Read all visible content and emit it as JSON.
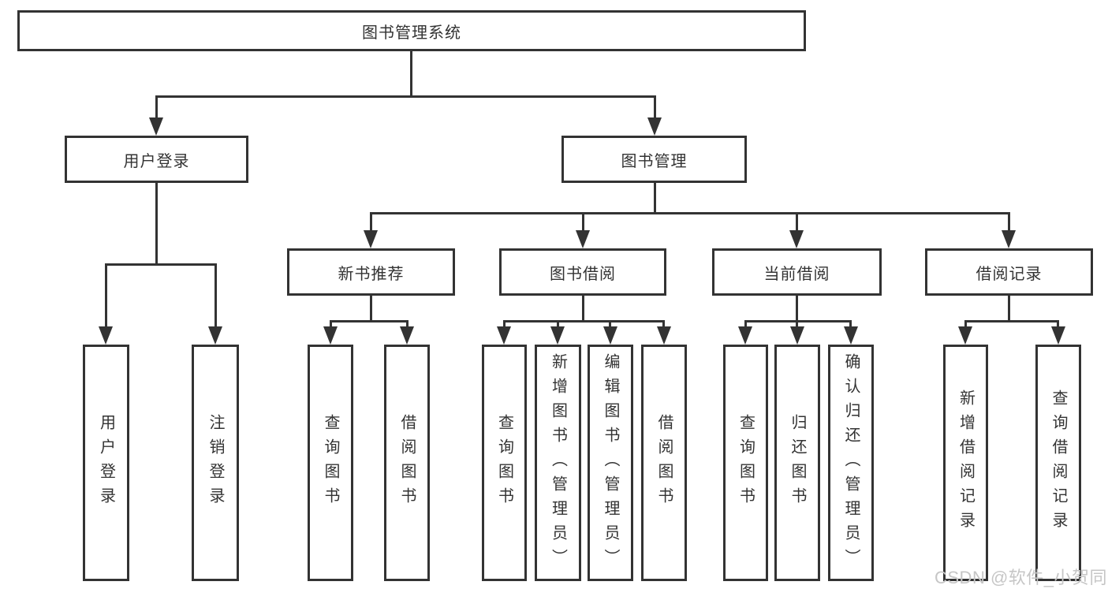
{
  "diagram_title": "图书管理系统",
  "watermark": "CSDN @软件_小贺同学",
  "colors": {
    "line": "#333333",
    "text": "#333333",
    "background": "#ffffff",
    "watermark": "#c6c6c6"
  },
  "tree": {
    "root": {
      "label": "图书管理系统"
    },
    "branches": [
      {
        "label": "用户登录",
        "children": [
          {
            "label": "用户登录"
          },
          {
            "label": "注销登录"
          }
        ]
      },
      {
        "label": "图书管理",
        "children": [
          {
            "label": "新书推荐",
            "children": [
              {
                "label": "查询图书"
              },
              {
                "label": "借阅图书"
              }
            ]
          },
          {
            "label": "图书借阅",
            "children": [
              {
                "label": "查询图书"
              },
              {
                "label": "新增图书（管理员）"
              },
              {
                "label": "编辑图书（管理员）"
              },
              {
                "label": "借阅图书"
              }
            ]
          },
          {
            "label": "当前借阅",
            "children": [
              {
                "label": "查询图书"
              },
              {
                "label": "归还图书"
              },
              {
                "label": "确认归还（管理员）"
              }
            ]
          },
          {
            "label": "借阅记录",
            "children": [
              {
                "label": "新增借阅记录"
              },
              {
                "label": "查询借阅记录"
              }
            ]
          }
        ]
      }
    ]
  }
}
